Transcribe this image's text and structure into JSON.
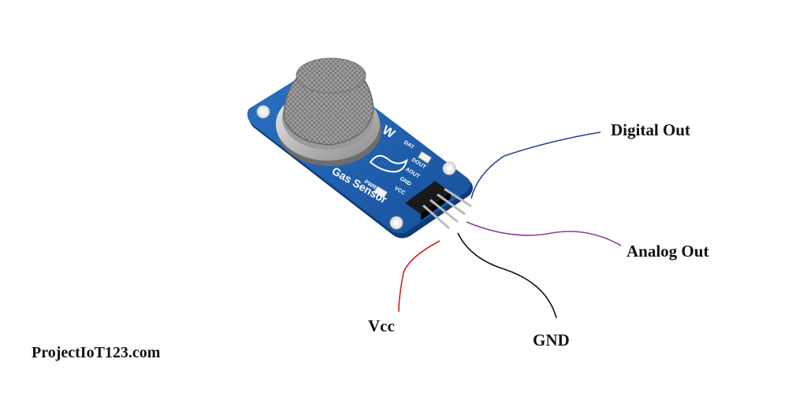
{
  "pins": {
    "digital_out": "Digital Out",
    "analog_out": "Analog Out",
    "vcc": "Vcc",
    "gnd": "GND"
  },
  "watermark": "ProjectIoT123.com",
  "board": {
    "name": "Gas Sensor",
    "pin_labels": [
      "DOUT",
      "AOUT",
      "GND",
      "VCC"
    ],
    "led_labels": [
      "DAT",
      "PWR"
    ]
  },
  "colors": {
    "board": "#1e5fae",
    "digital_wire": "#2b3f9a",
    "analog_wire": "#8e3f96",
    "vcc_wire": "#d21f1f",
    "gnd_wire": "#111111"
  }
}
